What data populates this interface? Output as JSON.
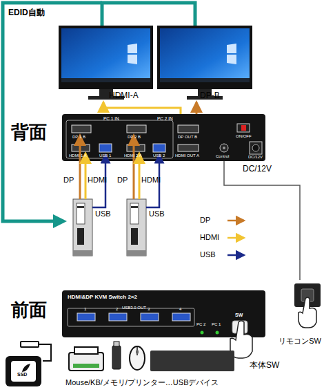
{
  "diagram": {
    "nodes": [
      {
        "text": [
          "背面"
        ]
      },
      {
        "text": [
          "前面",
          "HDMI&DP KVM Switch 2×2"
        ]
      },
      {
        "text": [
          "リモコンSW"
        ]
      }
    ],
    "edges": [
      {
        "from": 0,
        "to": 2,
        "arrow": "none"
      }
    ],
    "labels": [
      "EDID自動",
      "HDMI-A",
      "DP-B",
      "PC 1 IN",
      "PC 2 IN",
      "DP 1 B",
      "HDMI 1 A",
      "USB 1",
      "DP 2 B",
      "HDMI 2 A",
      "USB 2",
      "DP OUT B",
      "HDMI OUT A",
      "Control",
      "ON/OFF",
      "DC/12V",
      "DC/12V",
      "DP",
      "HDMI",
      "USB",
      "DP",
      "HDMI",
      "USB",
      "USB3.0 OUT",
      "1",
      "2",
      "3",
      "4",
      "PC 2",
      "PC 1",
      "SW",
      "SSD",
      "本体SW",
      "Mouse/KB/メモリ/プリンター…USBデバイス"
    ],
    "legend": [
      {
        "text": "DP"
      },
      {
        "text": "HDMI"
      },
      {
        "text": "USB"
      }
    ]
  }
}
